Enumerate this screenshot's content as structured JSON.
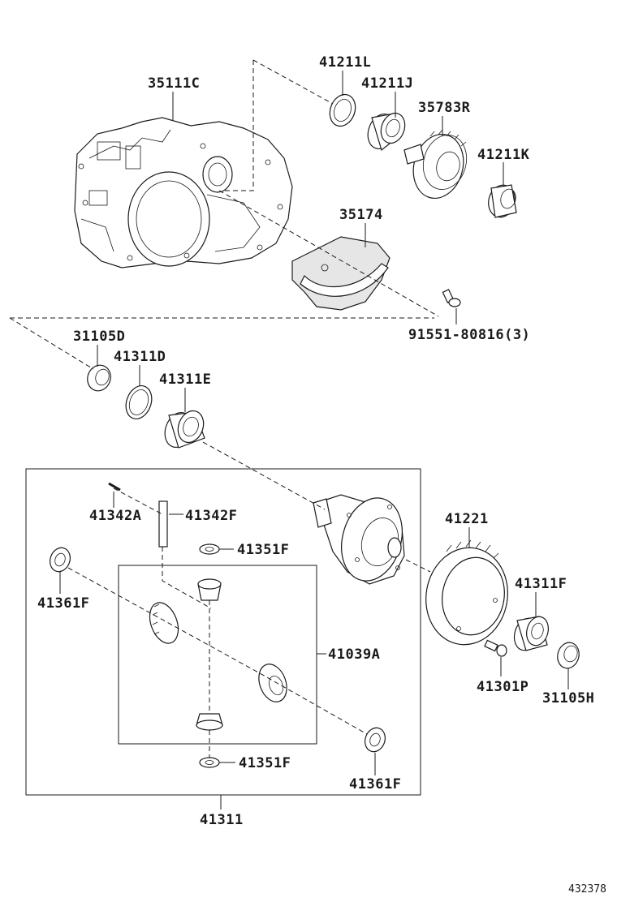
{
  "diagram": {
    "labels": {
      "p35111C": "35111C",
      "p41211L": "41211L",
      "p41211J": "41211J",
      "p35783R": "35783R",
      "p41211K": "41211K",
      "p35174": "35174",
      "p91551": "91551-80816(3)",
      "p31105D": "31105D",
      "p41311D": "41311D",
      "p41311E": "41311E",
      "p41342A": "41342A",
      "p41342F": "41342F",
      "p41351F_top": "41351F",
      "p41361F_left": "41361F",
      "p41039A": "41039A",
      "p41221": "41221",
      "p41311F": "41311F",
      "p41301P": "41301P",
      "p31105H": "31105H",
      "p41351F_bottom": "41351F",
      "p41361F_right": "41361F",
      "p41311": "41311"
    },
    "reference_number": "432378"
  }
}
